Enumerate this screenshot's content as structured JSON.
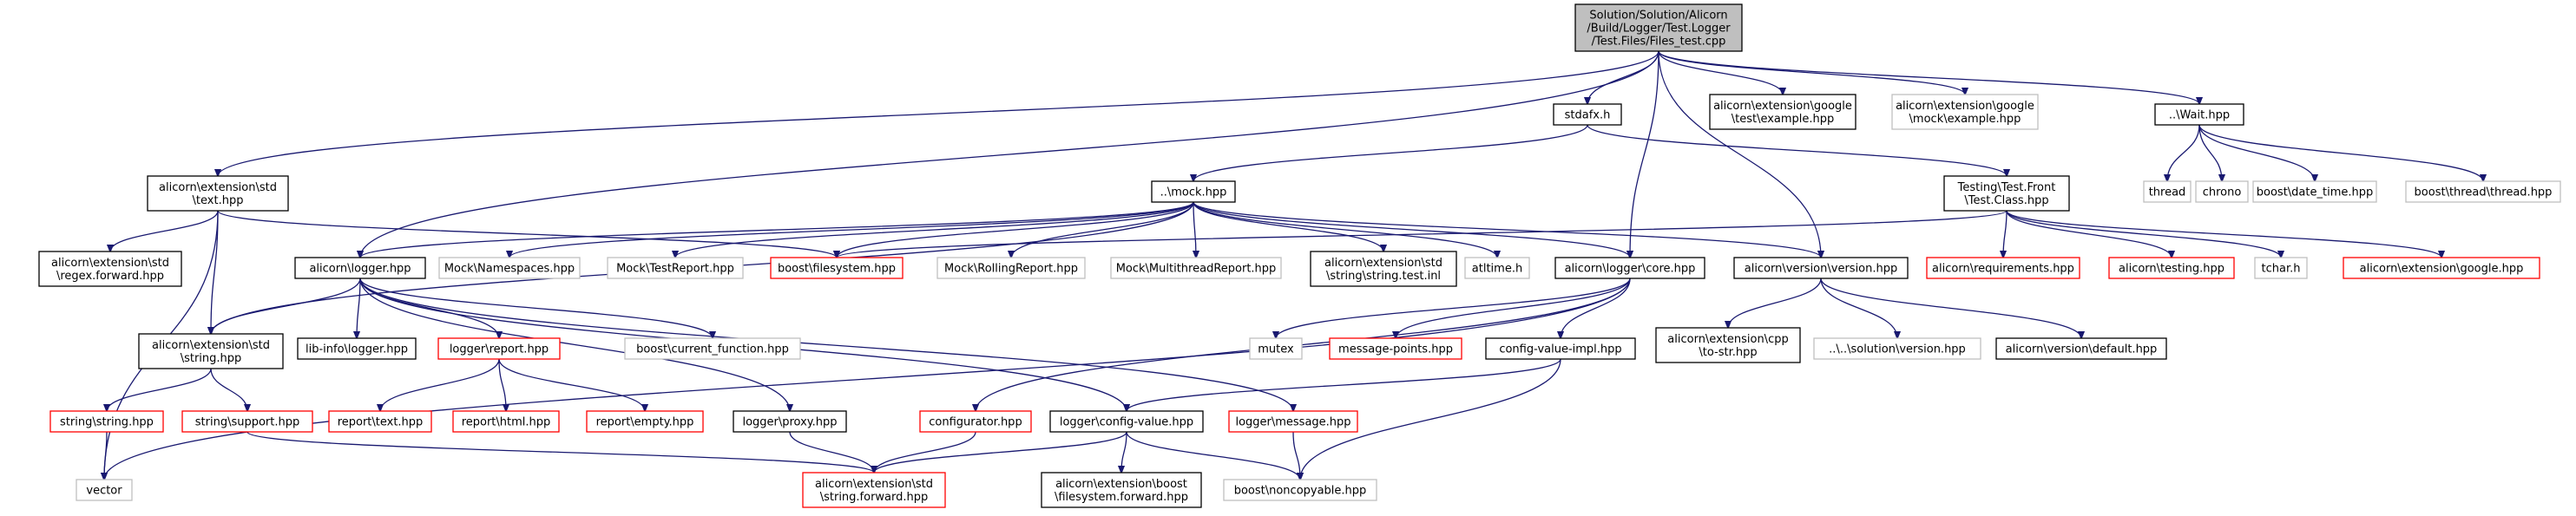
{
  "title": "",
  "colors": {
    "edge": "#191970",
    "root_fill": "#bfbfbf",
    "root_border": "#000000",
    "normal_border": "#000000",
    "external_border": "#bfbfbf",
    "missing_border": "#ff0000",
    "node_fill": "#ffffff"
  },
  "nodes": {
    "root": {
      "lines": [
        "Solution/Solution/Alicorn",
        "/Build/Logger/Test.Logger",
        "/Test.Files/Files_test.cpp"
      ],
      "kind": "root"
    },
    "stdafx": {
      "lines": [
        "stdafx.h"
      ],
      "kind": "normal"
    },
    "google_test_example": {
      "lines": [
        "alicorn\\extension\\google",
        "\\test\\example.hpp"
      ],
      "kind": "normal"
    },
    "google_mock_example": {
      "lines": [
        "alicorn\\extension\\google",
        "\\mock\\example.hpp"
      ],
      "kind": "external"
    },
    "wait": {
      "lines": [
        "..\\Wait.hpp"
      ],
      "kind": "normal"
    },
    "std_text": {
      "lines": [
        "alicorn\\extension\\std",
        "\\text.hpp"
      ],
      "kind": "normal"
    },
    "mock": {
      "lines": [
        "..\\mock.hpp"
      ],
      "kind": "normal"
    },
    "test_front": {
      "lines": [
        "Testing\\Test.Front",
        "\\Test.Class.hpp"
      ],
      "kind": "normal"
    },
    "thread": {
      "lines": [
        "thread"
      ],
      "kind": "external"
    },
    "chrono": {
      "lines": [
        "chrono"
      ],
      "kind": "external"
    },
    "date_time": {
      "lines": [
        "boost\\date_time.hpp"
      ],
      "kind": "external"
    },
    "boost_thread": {
      "lines": [
        "boost\\thread\\thread.hpp"
      ],
      "kind": "external"
    },
    "regex_forward": {
      "lines": [
        "alicorn\\extension\\std",
        "\\regex.forward.hpp"
      ],
      "kind": "normal"
    },
    "logger": {
      "lines": [
        "alicorn\\logger.hpp"
      ],
      "kind": "normal"
    },
    "mock_namespaces": {
      "lines": [
        "Mock\\Namespaces.hpp"
      ],
      "kind": "external"
    },
    "mock_testreport": {
      "lines": [
        "Mock\\TestReport.hpp"
      ],
      "kind": "external"
    },
    "boost_filesystem": {
      "lines": [
        "boost\\filesystem.hpp"
      ],
      "kind": "missing"
    },
    "mock_rolling": {
      "lines": [
        "Mock\\RollingReport.hpp"
      ],
      "kind": "external"
    },
    "mock_multithread": {
      "lines": [
        "Mock\\MultithreadReport.hpp"
      ],
      "kind": "external"
    },
    "string_test_inl": {
      "lines": [
        "alicorn\\extension\\std",
        "\\string\\string.test.inl"
      ],
      "kind": "normal"
    },
    "atltime": {
      "lines": [
        "atltime.h"
      ],
      "kind": "external"
    },
    "core": {
      "lines": [
        "alicorn\\logger\\core.hpp"
      ],
      "kind": "normal"
    },
    "version": {
      "lines": [
        "alicorn\\version\\version.hpp"
      ],
      "kind": "normal"
    },
    "requirements": {
      "lines": [
        "alicorn\\requirements.hpp"
      ],
      "kind": "missing"
    },
    "testing": {
      "lines": [
        "alicorn\\testing.hpp"
      ],
      "kind": "missing"
    },
    "tchar": {
      "lines": [
        "tchar.h"
      ],
      "kind": "external"
    },
    "ext_google": {
      "lines": [
        "alicorn\\extension\\google.hpp"
      ],
      "kind": "missing"
    },
    "std_string": {
      "lines": [
        "alicorn\\extension\\std",
        "\\string.hpp"
      ],
      "kind": "normal"
    },
    "lib_info": {
      "lines": [
        "lib-info\\logger.hpp"
      ],
      "kind": "normal"
    },
    "report": {
      "lines": [
        "logger\\report.hpp"
      ],
      "kind": "missing"
    },
    "current_function": {
      "lines": [
        "boost\\current_function.hpp"
      ],
      "kind": "external"
    },
    "mutex": {
      "lines": [
        "mutex"
      ],
      "kind": "external"
    },
    "message_points": {
      "lines": [
        "message-points.hpp"
      ],
      "kind": "missing"
    },
    "config_value_impl": {
      "lines": [
        "config-value-impl.hpp"
      ],
      "kind": "normal"
    },
    "to_str": {
      "lines": [
        "alicorn\\extension\\cpp",
        "\\to-str.hpp"
      ],
      "kind": "normal"
    },
    "solution_version": {
      "lines": [
        "..\\..\\solution\\version.hpp"
      ],
      "kind": "external"
    },
    "version_default": {
      "lines": [
        "alicorn\\version\\default.hpp"
      ],
      "kind": "normal"
    },
    "string_string": {
      "lines": [
        "string\\string.hpp"
      ],
      "kind": "missing"
    },
    "string_support": {
      "lines": [
        "string\\support.hpp"
      ],
      "kind": "missing"
    },
    "report_text": {
      "lines": [
        "report\\text.hpp"
      ],
      "kind": "missing"
    },
    "report_html": {
      "lines": [
        "report\\html.hpp"
      ],
      "kind": "missing"
    },
    "report_empty": {
      "lines": [
        "report\\empty.hpp"
      ],
      "kind": "missing"
    },
    "logger_proxy": {
      "lines": [
        "logger\\proxy.hpp"
      ],
      "kind": "normal"
    },
    "configurator": {
      "lines": [
        "configurator.hpp"
      ],
      "kind": "missing"
    },
    "config_value": {
      "lines": [
        "logger\\config-value.hpp"
      ],
      "kind": "normal"
    },
    "logger_message": {
      "lines": [
        "logger\\message.hpp"
      ],
      "kind": "missing"
    },
    "vector": {
      "lines": [
        "vector"
      ],
      "kind": "external"
    },
    "string_forward": {
      "lines": [
        "alicorn\\extension\\std",
        "\\string.forward.hpp"
      ],
      "kind": "missing"
    },
    "fs_forward": {
      "lines": [
        "alicorn\\extension\\boost",
        "\\filesystem.forward.hpp"
      ],
      "kind": "normal"
    },
    "noncopyable": {
      "lines": [
        "boost\\noncopyable.hpp"
      ],
      "kind": "external"
    }
  },
  "edges": [
    [
      "root",
      "stdafx"
    ],
    [
      "root",
      "google_test_example"
    ],
    [
      "root",
      "google_mock_example"
    ],
    [
      "root",
      "wait"
    ],
    [
      "root",
      "std_text"
    ],
    [
      "root",
      "logger"
    ],
    [
      "root",
      "core"
    ],
    [
      "root",
      "version"
    ],
    [
      "stdafx",
      "mock"
    ],
    [
      "stdafx",
      "test_front"
    ],
    [
      "wait",
      "thread"
    ],
    [
      "wait",
      "chrono"
    ],
    [
      "wait",
      "date_time"
    ],
    [
      "wait",
      "boost_thread"
    ],
    [
      "std_text",
      "regex_forward"
    ],
    [
      "std_text",
      "std_string"
    ],
    [
      "std_text",
      "vector"
    ],
    [
      "std_text",
      "boost_filesystem"
    ],
    [
      "mock",
      "logger"
    ],
    [
      "mock",
      "mock_namespaces"
    ],
    [
      "mock",
      "mock_testreport"
    ],
    [
      "mock",
      "boost_filesystem"
    ],
    [
      "mock",
      "mock_rolling"
    ],
    [
      "mock",
      "mock_multithread"
    ],
    [
      "mock",
      "string_test_inl"
    ],
    [
      "mock",
      "atltime"
    ],
    [
      "mock",
      "core"
    ],
    [
      "mock",
      "version"
    ],
    [
      "mock",
      "std_string"
    ],
    [
      "test_front",
      "requirements"
    ],
    [
      "test_front",
      "testing"
    ],
    [
      "test_front",
      "tchar"
    ],
    [
      "test_front",
      "ext_google"
    ],
    [
      "test_front",
      "boost_filesystem"
    ],
    [
      "logger",
      "std_string"
    ],
    [
      "logger",
      "lib_info"
    ],
    [
      "logger",
      "report"
    ],
    [
      "logger",
      "current_function"
    ],
    [
      "logger",
      "logger_proxy"
    ],
    [
      "logger",
      "config_value"
    ],
    [
      "logger",
      "logger_message"
    ],
    [
      "core",
      "mutex"
    ],
    [
      "core",
      "message_points"
    ],
    [
      "core",
      "config_value_impl"
    ],
    [
      "core",
      "configurator"
    ],
    [
      "core",
      "vector"
    ],
    [
      "version",
      "to_str"
    ],
    [
      "version",
      "solution_version"
    ],
    [
      "version",
      "version_default"
    ],
    [
      "std_string",
      "string_string"
    ],
    [
      "std_string",
      "string_support"
    ],
    [
      "report",
      "report_text"
    ],
    [
      "report",
      "report_html"
    ],
    [
      "report",
      "report_empty"
    ],
    [
      "config_value_impl",
      "config_value"
    ],
    [
      "config_value_impl",
      "noncopyable"
    ],
    [
      "string_string",
      "vector"
    ],
    [
      "string_support",
      "string_forward"
    ],
    [
      "logger_proxy",
      "string_forward"
    ],
    [
      "configurator",
      "string_forward"
    ],
    [
      "config_value",
      "string_forward"
    ],
    [
      "config_value",
      "fs_forward"
    ],
    [
      "config_value",
      "noncopyable"
    ],
    [
      "logger_message",
      "noncopyable"
    ]
  ]
}
